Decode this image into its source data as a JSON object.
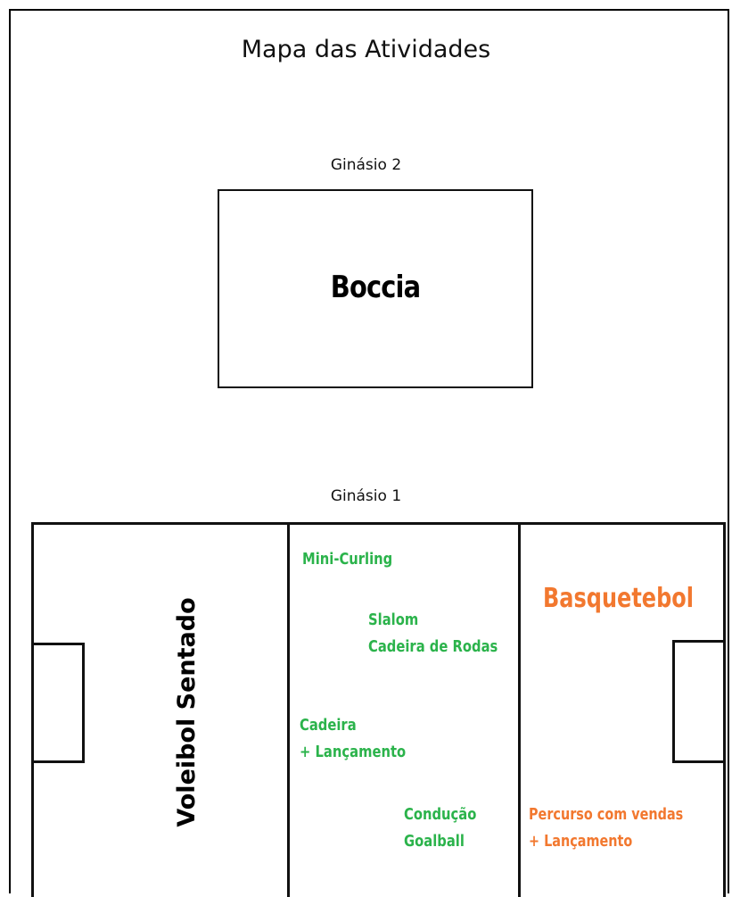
{
  "title": "Mapa das Atividades",
  "gym2": {
    "label": "Ginásio 2",
    "activity": "Boccia"
  },
  "gym1": {
    "label": "Ginásio 1",
    "left_zone": "Voleibol Sentado",
    "middle_zone": {
      "mini_curling": "Mini-Curling",
      "slalom": [
        "Slalom",
        "Cadeira de Rodas"
      ],
      "cadeira_lancamento": [
        "Cadeira",
        "+ Lançamento"
      ],
      "conducao_goalball": [
        "Condução",
        "Goalball"
      ]
    },
    "right_zone": {
      "title": "Basquetebol",
      "percurso": [
        "Percurso com vendas",
        "+ Lançamento"
      ]
    }
  },
  "colors": {
    "green": "#2bb34b",
    "orange": "#f2782f",
    "line": "#111111"
  }
}
